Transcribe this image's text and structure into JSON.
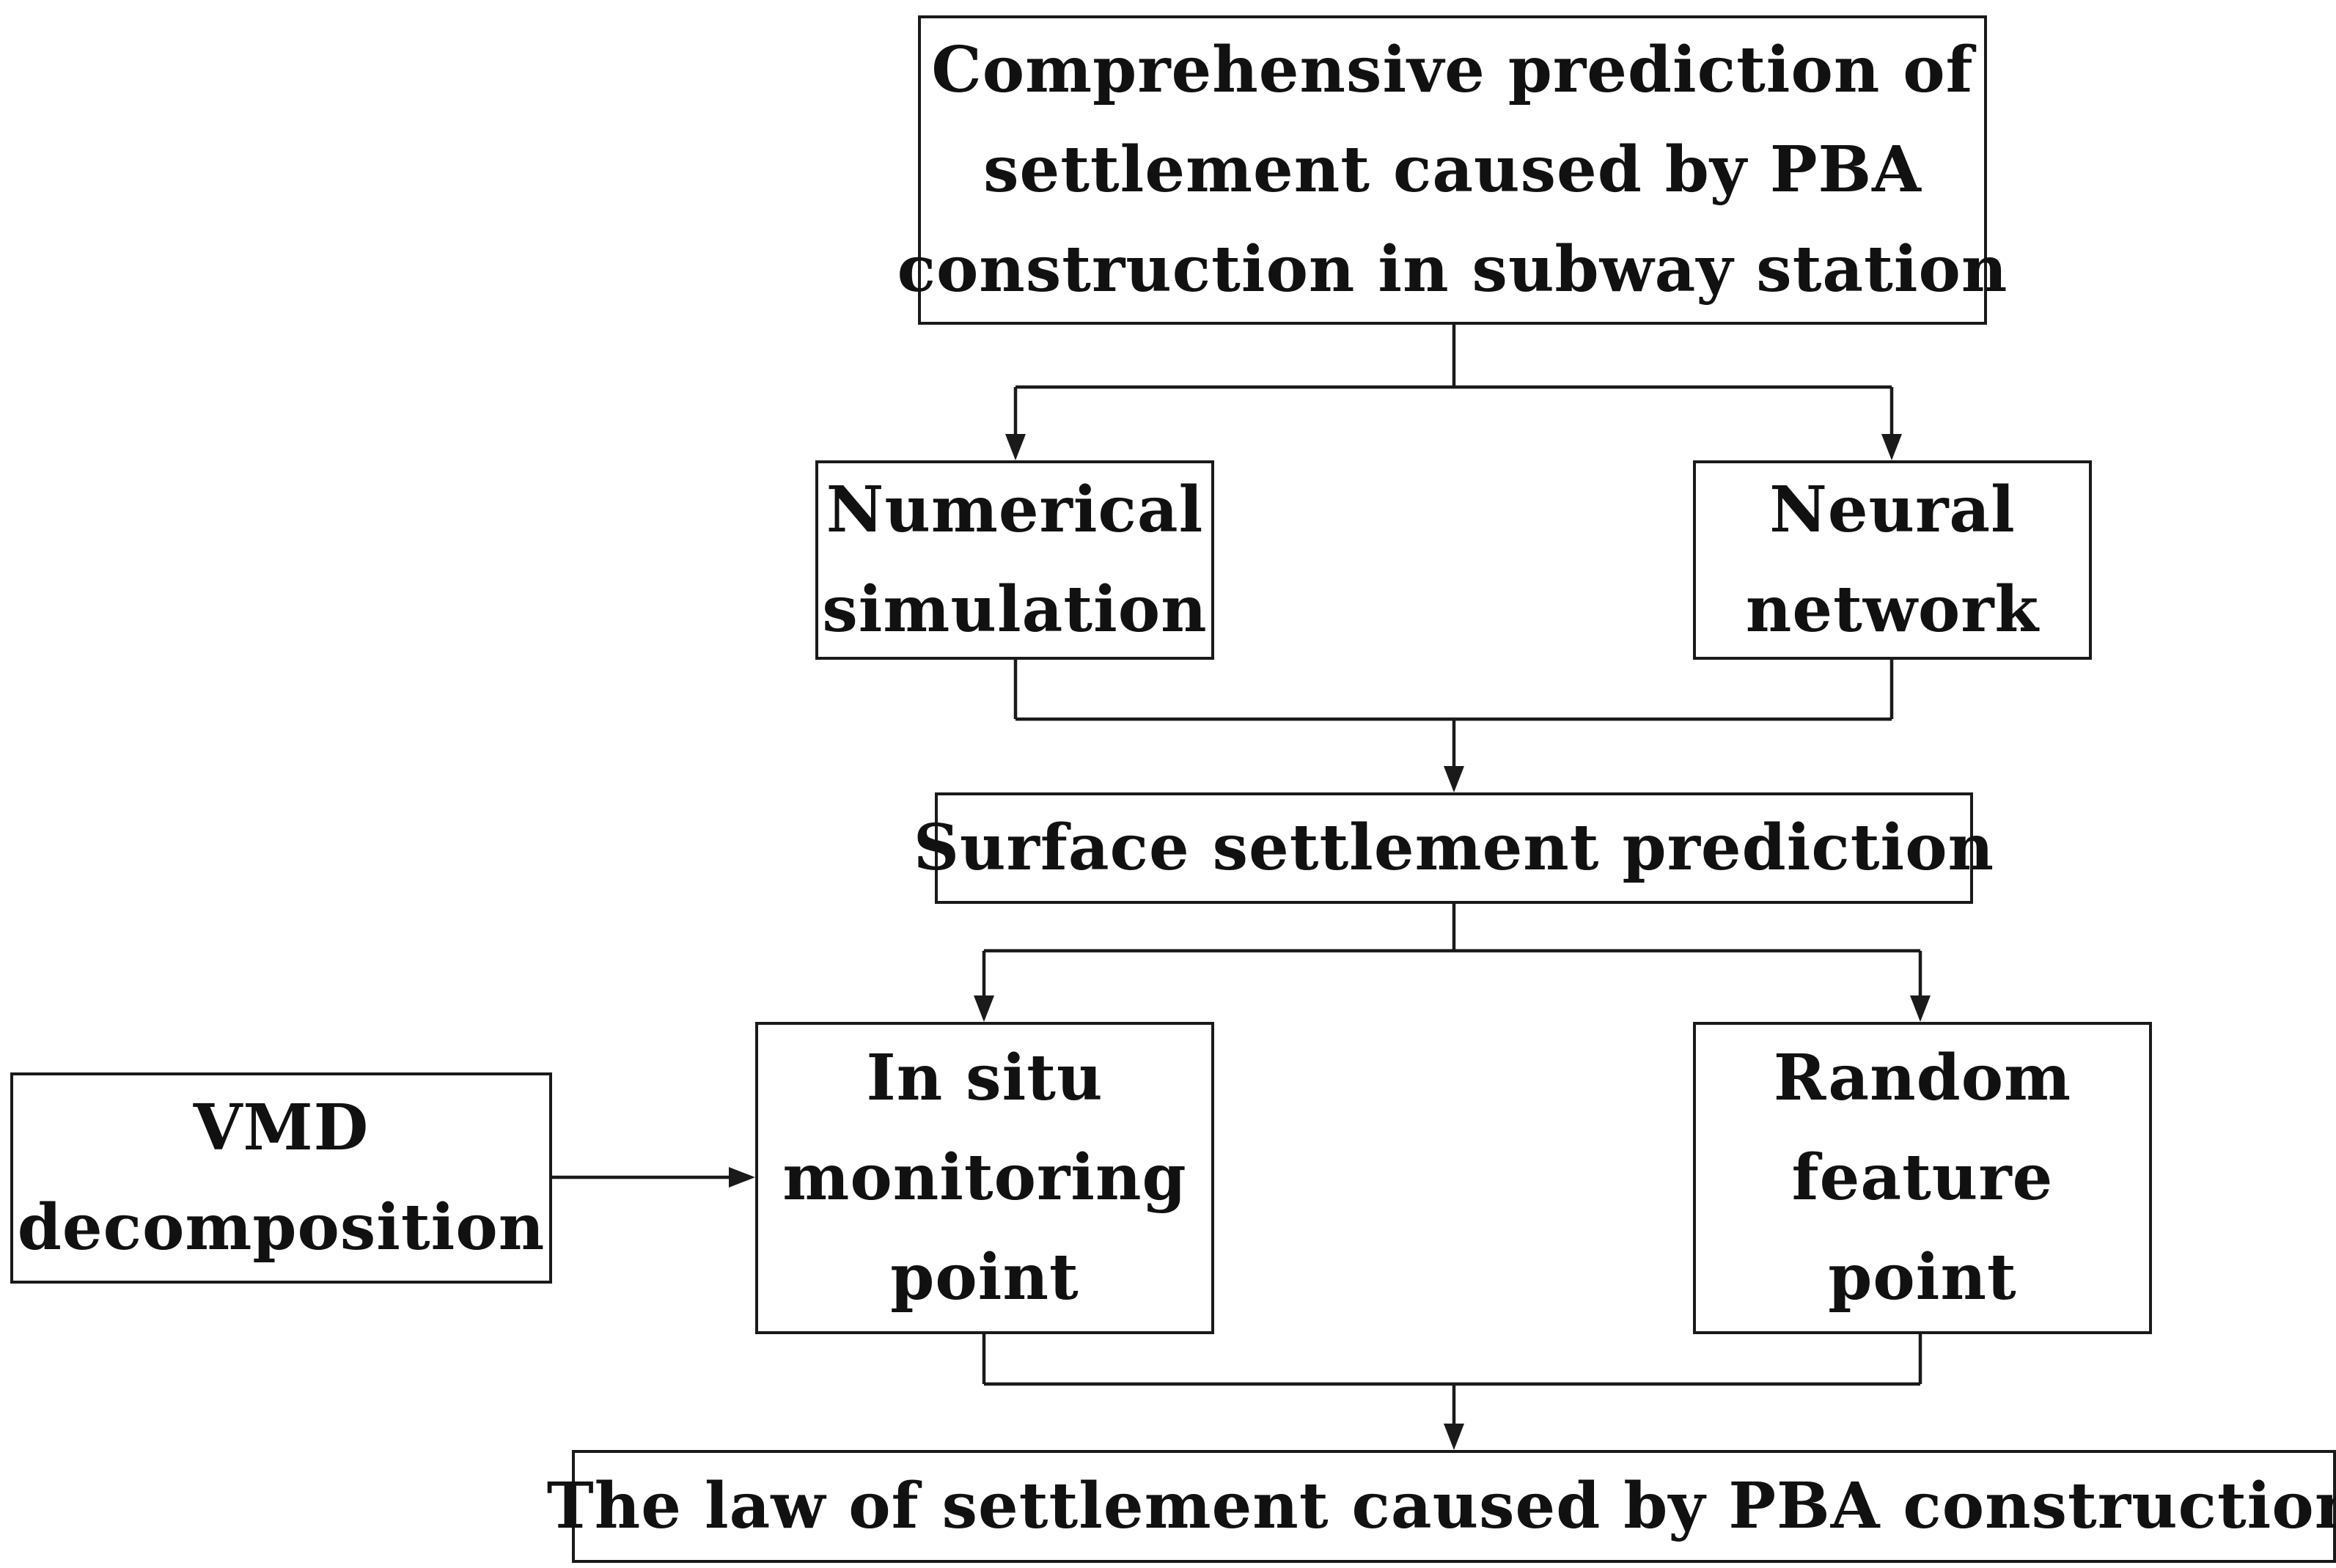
{
  "nodes": {
    "comprehensive": {
      "lines": [
        "Comprehensive prediction of",
        "settlement caused by PBA",
        "construction in subway station"
      ]
    },
    "numerical": {
      "lines": [
        "Numerical",
        "simulation"
      ]
    },
    "neural": {
      "lines": [
        "Neural",
        "network"
      ]
    },
    "surface": {
      "lines": [
        "Surface settlement prediction"
      ]
    },
    "vmd": {
      "lines": [
        "VMD",
        "decomposition"
      ]
    },
    "insitu": {
      "lines": [
        "In situ",
        "monitoring",
        "point"
      ]
    },
    "random": {
      "lines": [
        "Random",
        "feature",
        "point"
      ]
    },
    "law": {
      "lines": [
        "The law of settlement caused by PBA construction"
      ]
    }
  }
}
